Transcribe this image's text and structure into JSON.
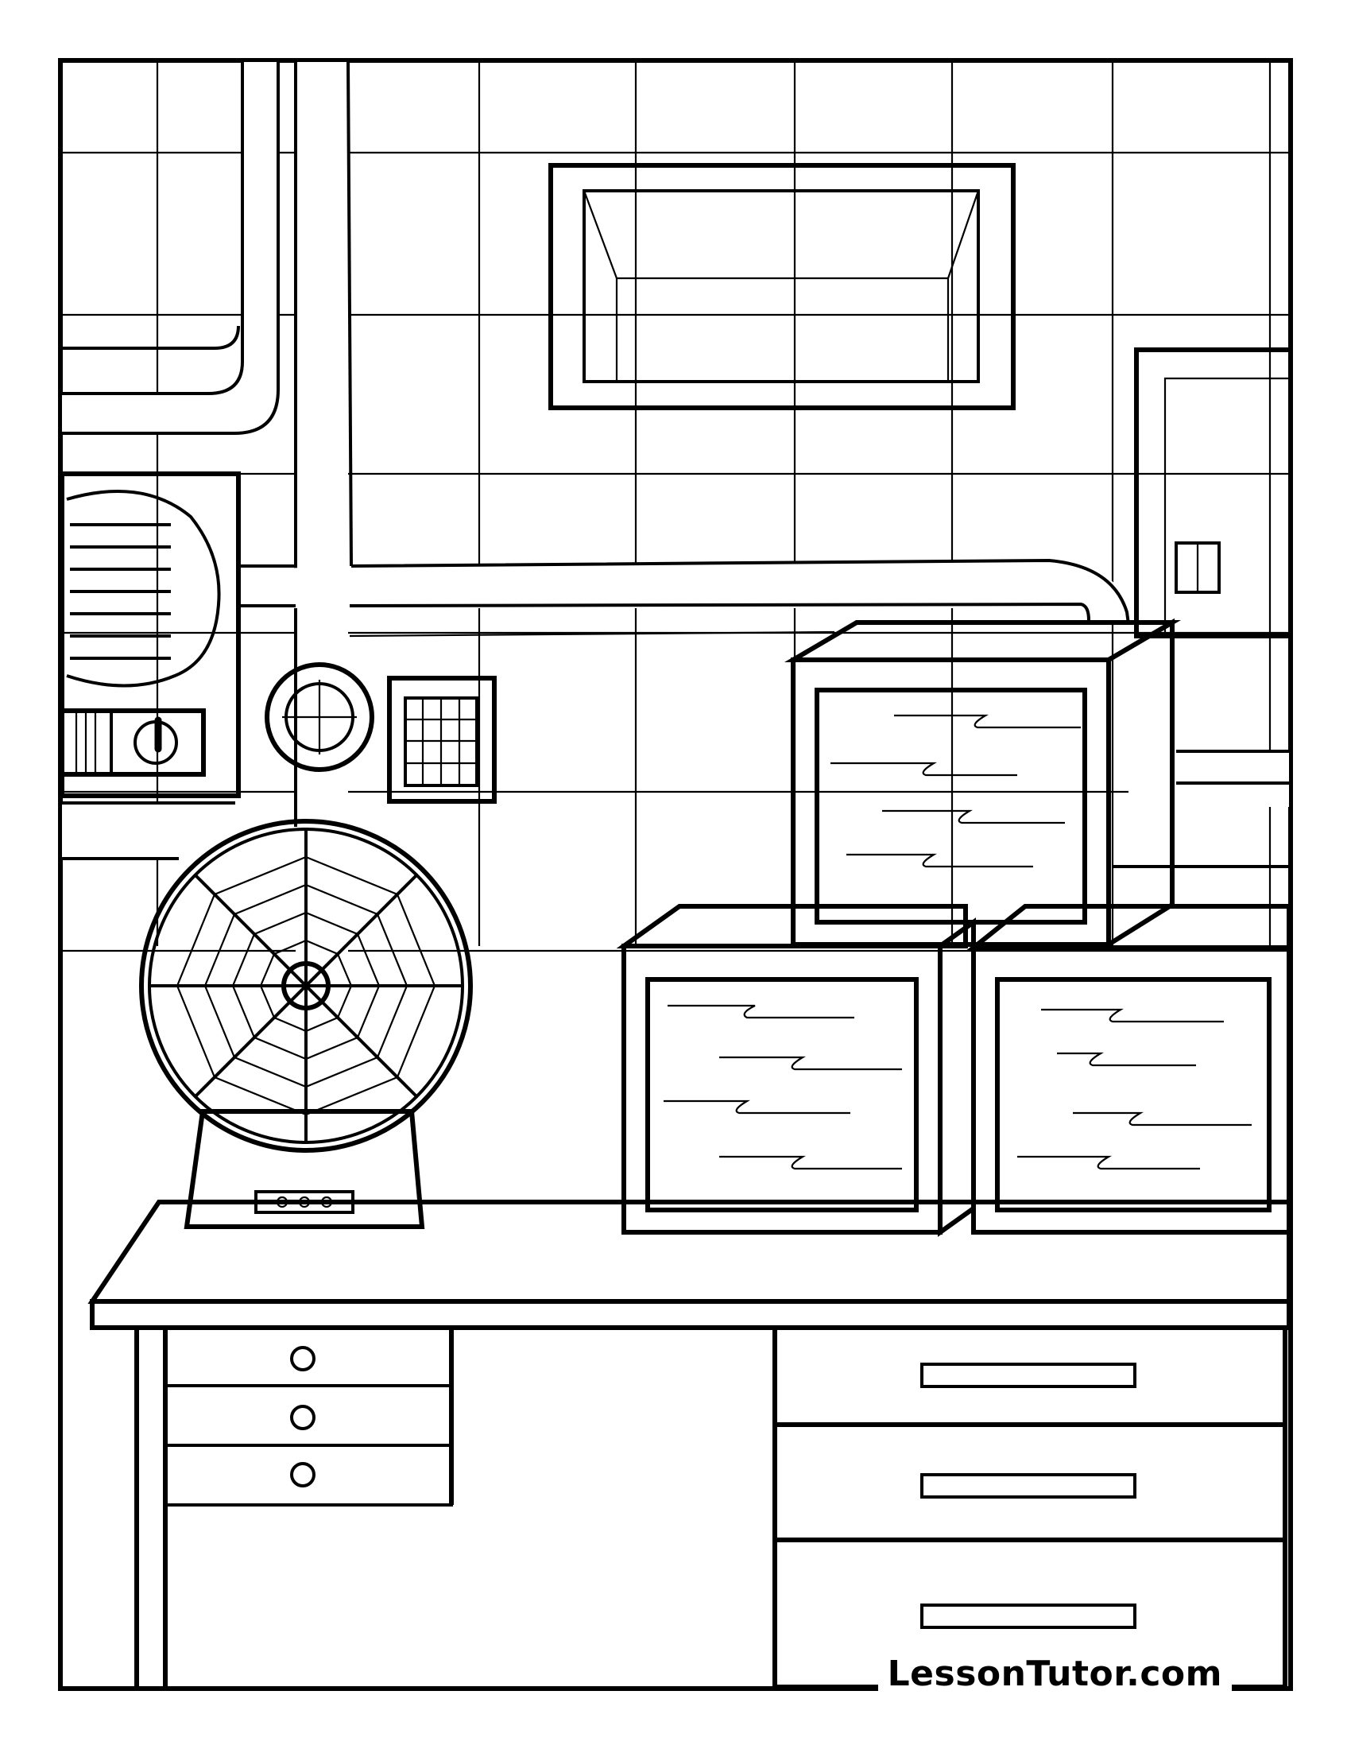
{
  "watermark": {
    "text": "LessonTutor.com"
  },
  "colors": {
    "line": "#000000",
    "paper": "#ffffff"
  },
  "scene": {
    "objects": [
      "tiled-wall",
      "wall-pipes",
      "wall-vent",
      "electrical-panel",
      "wall-unit-left",
      "pressure-gauge",
      "keypad",
      "desk-fan",
      "crt-monitor-stack",
      "desk",
      "left-drawers",
      "right-drawers"
    ]
  }
}
